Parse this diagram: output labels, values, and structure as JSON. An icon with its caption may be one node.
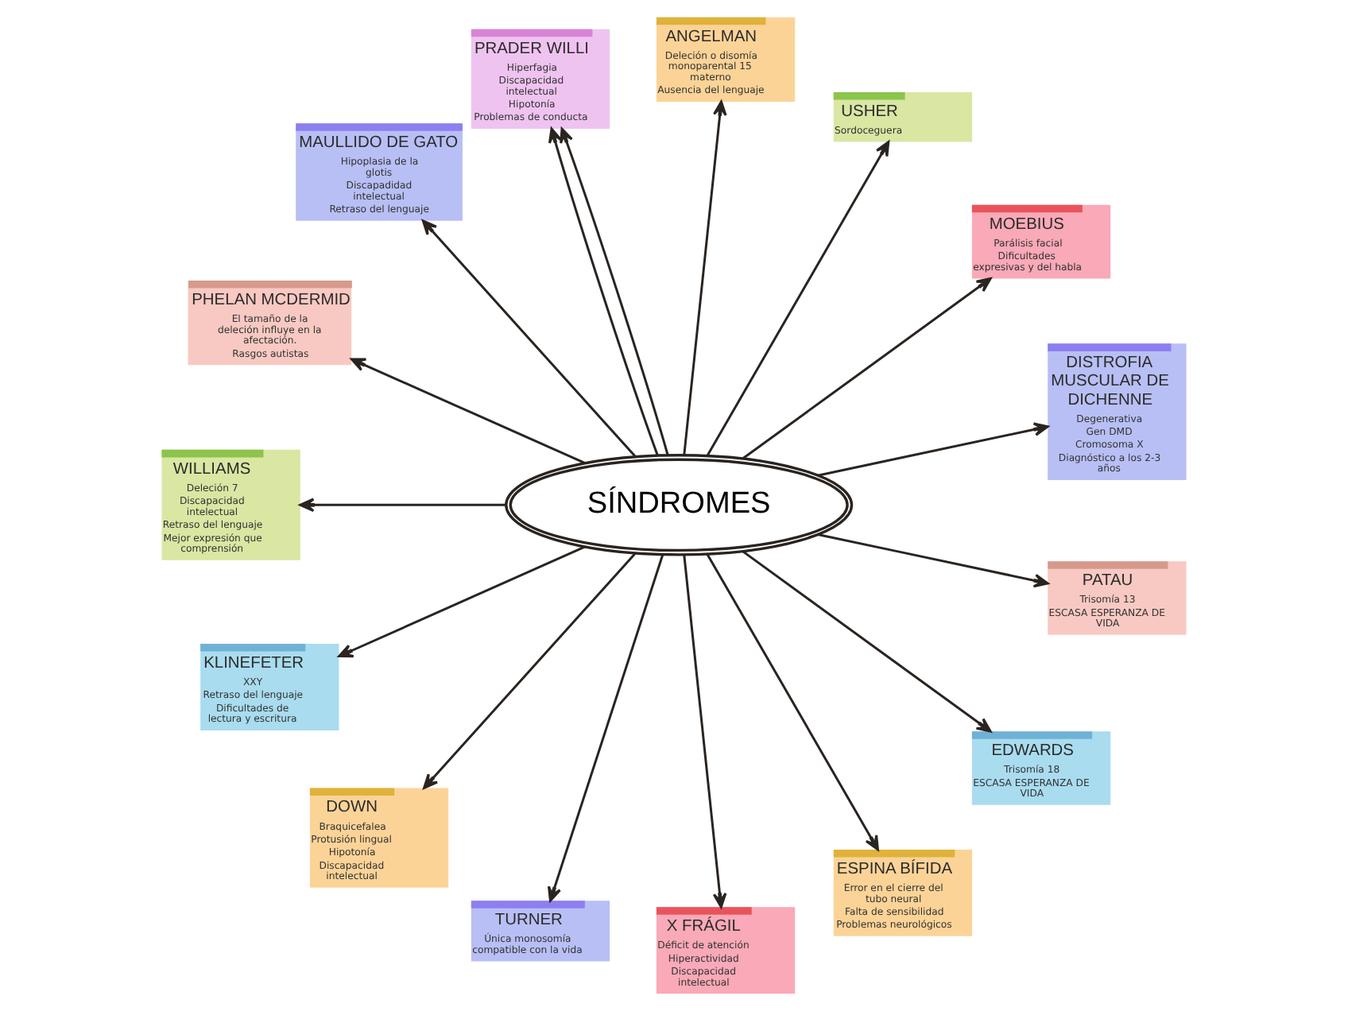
{
  "diagram": {
    "nodes": [
      {
        "text": [
          "SÍNDROMES"
        ]
      },
      {
        "text": [
          "MAULLIDO DE GATO",
          "Hipoplasia de la glotis",
          "Discapadidad intelectual",
          "Retraso del lenguaje"
        ]
      },
      {
        "text": [
          "PRADER WILLI",
          "Hiperfagia",
          "Discapacidad intelectual",
          "Hipotonía",
          "Problemas de conducta"
        ]
      },
      {
        "text": [
          "ANGELMAN",
          "Deleción o disomía monoparental 15 materno",
          "Ausencia del lenguaje"
        ]
      },
      {
        "text": [
          "USHER",
          "Sordoceguera"
        ]
      },
      {
        "text": [
          "MOEBIUS",
          "Parálisis facial",
          "Dificultades expresivas y del habla"
        ]
      },
      {
        "text": [
          "DISTROFIA MUSCULAR DE DICHENNE",
          "Degenerativa",
          "Gen DMD",
          "Cromosoma X",
          "Diagnóstico a los 2-3 años"
        ]
      },
      {
        "text": [
          "PATAU",
          "Trisomía 13",
          "ESCASA ESPERANZA DE VIDA"
        ]
      },
      {
        "text": [
          "EDWARDS",
          "Trisomía 18",
          "ESCASA ESPERANZA DE VIDA"
        ]
      },
      {
        "text": [
          "ESPINA BÍFIDA",
          "Error en el cierre del tubo neural",
          "Falta de sensibilidad",
          "Problemas neurológicos"
        ]
      },
      {
        "text": [
          "X FRÁGIL",
          "Déficit de atención",
          "Hiperactividad",
          "Discapacidad intelectual"
        ]
      },
      {
        "text": [
          "TURNER",
          "Única monosomía compatible con la vida"
        ]
      },
      {
        "text": [
          "DOWN",
          "Braquicefalea",
          "Protusión lingual",
          "Hipotonía",
          "Discapacidad intelectual"
        ]
      },
      {
        "text": [
          "KLINEFETER",
          "XXY",
          "Retraso del lenguaje",
          "Dificultades de lectura y escritura"
        ]
      },
      {
        "text": [
          "WILLIAMS",
          "Deleción 7",
          "Discapacidad intelectual",
          "Retraso del lenguaje",
          "Mejor expresión que comprensión"
        ]
      },
      {
        "text": [
          "PHELAN MCDERMID",
          "El tamaño de la deleción influye en la afectación.",
          "Rasgos autistas"
        ]
      }
    ],
    "edges": [
      {
        "from": 0,
        "to": 1,
        "arrow": "to"
      },
      {
        "from": 0,
        "to": 2,
        "arrow": "to"
      },
      {
        "from": 0,
        "to": 2,
        "arrow": "to"
      },
      {
        "from": 0,
        "to": 3,
        "arrow": "to"
      },
      {
        "from": 0,
        "to": 4,
        "arrow": "to"
      },
      {
        "from": 0,
        "to": 5,
        "arrow": "to"
      },
      {
        "from": 0,
        "to": 6,
        "arrow": "to"
      },
      {
        "from": 0,
        "to": 7,
        "arrow": "to"
      },
      {
        "from": 0,
        "to": 8,
        "arrow": "to"
      },
      {
        "from": 0,
        "to": 9,
        "arrow": "to"
      },
      {
        "from": 0,
        "to": 10,
        "arrow": "to"
      },
      {
        "from": 0,
        "to": 11,
        "arrow": "to"
      },
      {
        "from": 0,
        "to": 12,
        "arrow": "to"
      },
      {
        "from": 0,
        "to": 13,
        "arrow": "to"
      },
      {
        "from": 0,
        "to": 14,
        "arrow": "to"
      },
      {
        "from": 0,
        "to": 15,
        "arrow": "to"
      }
    ]
  }
}
